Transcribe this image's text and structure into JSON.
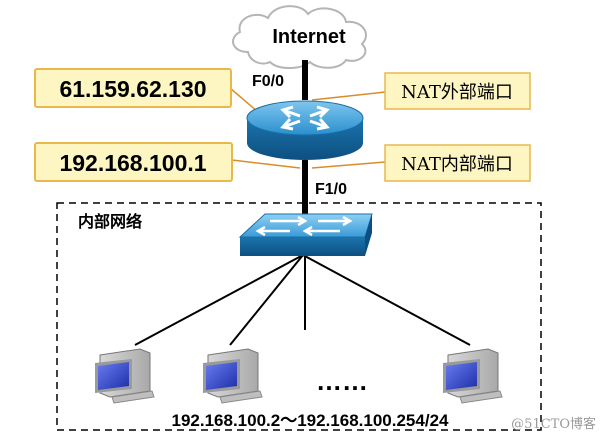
{
  "diagram": {
    "internet_label": "Internet",
    "router_port_outside": "F0/0",
    "router_port_inside": "F1/0",
    "outside_ip": "61.159.62.130",
    "inside_ip": "192.168.100.1",
    "nat_outside_label": "NAT外部端口",
    "nat_inside_label": "NAT内部端口",
    "lan_label": "内部网络",
    "ellipsis": "……",
    "host_range": "192.168.100.2～192.168.100.254/24",
    "watermark": "@51CTO博客"
  },
  "colors": {
    "ip_box_fill": "#fdf6c3",
    "ip_box_border": "#e8b84a",
    "router_fill": "#1f7fb8",
    "switch_fill": "#1a86c4",
    "cable": "#000000"
  },
  "icons": [
    "cloud-icon",
    "router-icon",
    "switch-icon",
    "computer-icon"
  ]
}
